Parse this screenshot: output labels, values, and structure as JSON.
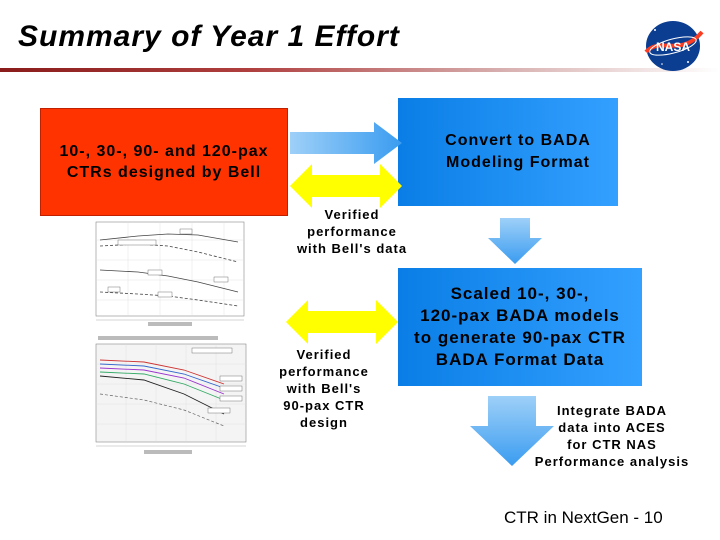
{
  "slide": {
    "title": "Summary of Year 1 Effort",
    "footer": "CTR in NextGen - 10"
  },
  "boxes": {
    "ctrs_line1": "10-, 30-, 90- and 120-pax",
    "ctrs_line2": "CTRs designed by Bell",
    "bada_line1": "Convert to BADA",
    "bada_line2": "Modeling Format",
    "scaled_line1": "Scaled 10-, 30-,",
    "scaled_line2": "120-pax BADA models",
    "scaled_line3": "to generate 90-pax CTR",
    "scaled_line4": "BADA Format Data"
  },
  "labels": {
    "verified1_line1": "Verified",
    "verified1_line2": "performance",
    "verified1_line3": "with Bell's data",
    "verified2_line1": "Verified",
    "verified2_line2": "performance",
    "verified2_line3": "with Bell's",
    "verified2_line4": "90-pax CTR",
    "verified2_line5": "design",
    "integrate_line1": "Integrate BADA",
    "integrate_line2": "data into ACES",
    "integrate_line3": "for CTR NAS",
    "integrate_line4": "Performance analysis"
  },
  "logo": {
    "text": "NASA"
  },
  "colors": {
    "red_box": "#ff3300",
    "blue_box": "#1a8fff",
    "arrow_blue": "#4aa8f0",
    "arrow_yellow": "#ffff00"
  },
  "icons": [
    "right-arrow-icon",
    "double-arrow-icon",
    "down-arrow-icon",
    "nasa-logo"
  ]
}
